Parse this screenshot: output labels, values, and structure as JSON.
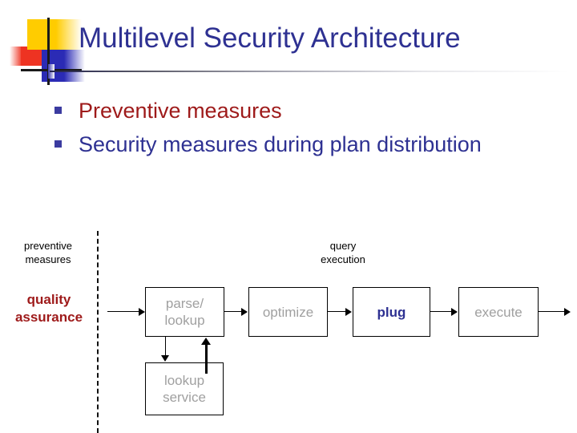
{
  "slide": {
    "title": "Multilevel Security Architecture",
    "bullets": [
      {
        "text": "Preventive measures",
        "color": "#9E1A1A"
      },
      {
        "text": "Security measures during plan distribution",
        "color": "#2E3192"
      }
    ]
  },
  "diagram": {
    "labels": {
      "preventive_measures": "preventive\nmeasures",
      "preventive_measures_line1": "preventive",
      "preventive_measures_line2": "measures",
      "query_execution_line1": "query",
      "query_execution_line2": "execution",
      "quality_assurance_line1": "quality",
      "quality_assurance_line2": "assurance"
    },
    "nodes": [
      {
        "id": "parse-lookup",
        "line1": "parse/",
        "line2": "lookup",
        "color": "#A0A0A0",
        "emphasis": false
      },
      {
        "id": "optimize",
        "line1": "optimize",
        "line2": "",
        "color": "#A0A0A0",
        "emphasis": false
      },
      {
        "id": "plug",
        "line1": "plug",
        "line2": "",
        "color": "#2E3192",
        "emphasis": true
      },
      {
        "id": "execute",
        "line1": "execute",
        "line2": "",
        "color": "#A0A0A0",
        "emphasis": false
      },
      {
        "id": "lookup-service",
        "line1": "lookup",
        "line2": "service",
        "color": "#A0A0A0",
        "emphasis": false
      }
    ]
  },
  "colors": {
    "title": "#2E3192",
    "accent_red": "#9E1A1A",
    "node_text": "#A0A0A0",
    "logo_yellow": "#FFCC00",
    "logo_red": "#EE3322",
    "logo_blue": "#2B2BB5"
  }
}
